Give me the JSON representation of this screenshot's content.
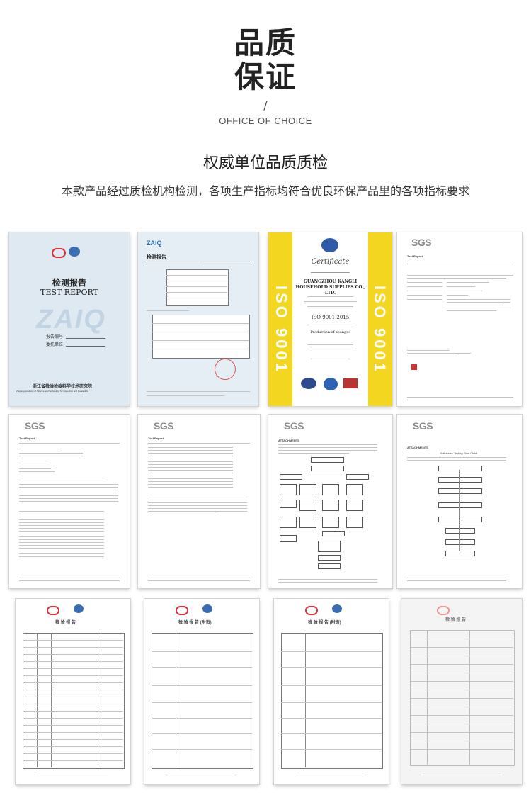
{
  "header": {
    "title_line1": "品质",
    "title_line2": "保证",
    "slash": "/",
    "subtitle": "OFFICE OF CHOICE"
  },
  "section": {
    "title": "权威单位品质质检",
    "description": "本款产品经过质检机构检测，各项生产指标均符合优良环保产品里的各项指标要求"
  },
  "certificates": {
    "test_report": {
      "title_cn": "检测报告",
      "title_en": "TEST REPORT",
      "watermark": "ZAIQ",
      "report_no": "报告编号：",
      "client": "委托单位：",
      "institute_cn": "浙江省检验检疫科学技术研究院",
      "institute_en": "Zhejiang Academy of Science and Technology for Inspection and Quarantine"
    },
    "test_report_page": {
      "logo": "ZAIQ",
      "title": "检测报告"
    },
    "iso_certificate": {
      "heading": "Certificate",
      "company": "GUANGZHOU KANGLI HOUSEHOLD SUPPLIES CO., LTD.",
      "standard": "ISO 9001:2015",
      "scope": "Production of sponges",
      "side_text": "ISO 9001",
      "logos": [
        "EACC",
        "IAF",
        "ANAB"
      ]
    },
    "sgs_label": "SGS",
    "sgs_report": "Test Report",
    "sgs_attachments": "ATTACHMENTS",
    "flow_chart": "Phthalates Testing Flow Chart",
    "cn_report": "检 验 报 告",
    "cn_report_cont": "检 验 报 告 (附页)"
  }
}
